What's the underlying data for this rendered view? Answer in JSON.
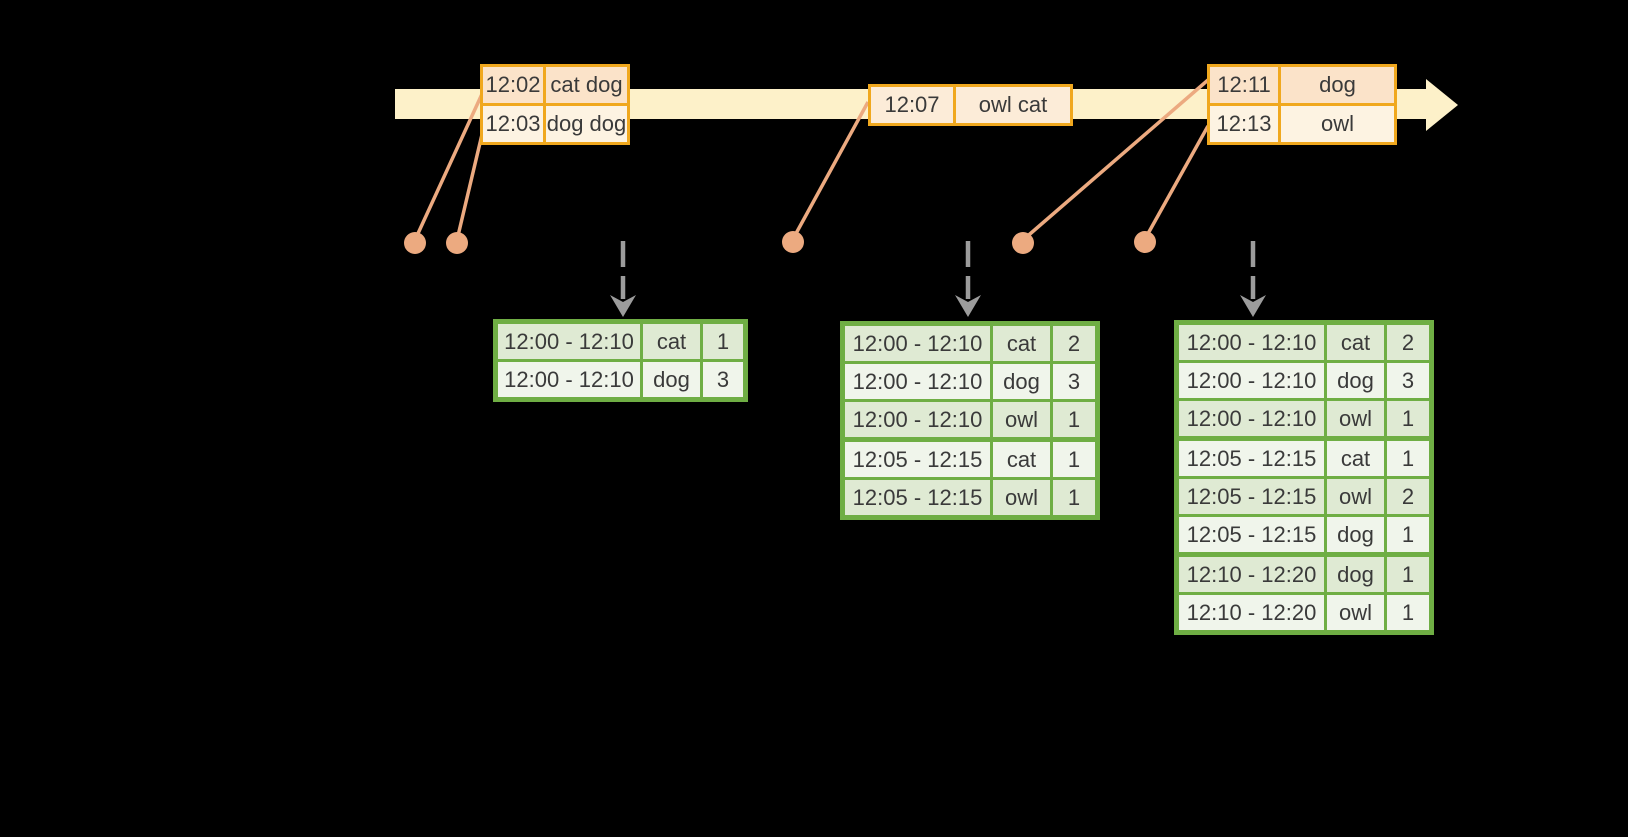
{
  "diagram_title": "windowed-event-stream-aggregation",
  "colors": {
    "background": "#000000",
    "timeline_band": "#fdf1c9",
    "event_border": "#f0a81e",
    "event_fill_dark": "#fbe3c9",
    "event_fill_light": "#fdf3e2",
    "event_fill_single": "#fcecd8",
    "event_marker": "#ecaa80",
    "trigger_arrow": "#9c9c9c",
    "result_border": "#6fae44",
    "result_fill_dark": "#dfead3",
    "result_fill_light": "#f0f5eb",
    "text": "#3a3a3a"
  },
  "events": [
    {
      "rows": [
        {
          "time": "12:02",
          "words": "cat dog"
        },
        {
          "time": "12:03",
          "words": "dog dog"
        }
      ]
    },
    {
      "rows": [
        {
          "time": "12:07",
          "words": "owl cat"
        }
      ]
    },
    {
      "rows": [
        {
          "time": "12:11",
          "words": "dog"
        },
        {
          "time": "12:13",
          "words": "owl"
        }
      ]
    }
  ],
  "results": [
    {
      "rows": [
        {
          "window": "12:00 - 12:10",
          "word": "cat",
          "count": 1
        },
        {
          "window": "12:00 - 12:10",
          "word": "dog",
          "count": 3
        }
      ]
    },
    {
      "rows": [
        {
          "window": "12:00 - 12:10",
          "word": "cat",
          "count": 2
        },
        {
          "window": "12:00 - 12:10",
          "word": "dog",
          "count": 3
        },
        {
          "window": "12:00 - 12:10",
          "word": "owl",
          "count": 1
        },
        {
          "window": "12:05 - 12:15",
          "word": "cat",
          "count": 1
        },
        {
          "window": "12:05 - 12:15",
          "word": "owl",
          "count": 1
        }
      ]
    },
    {
      "rows": [
        {
          "window": "12:00 - 12:10",
          "word": "cat",
          "count": 2
        },
        {
          "window": "12:00 - 12:10",
          "word": "dog",
          "count": 3
        },
        {
          "window": "12:00 - 12:10",
          "word": "owl",
          "count": 1
        },
        {
          "window": "12:05 - 12:15",
          "word": "cat",
          "count": 1
        },
        {
          "window": "12:05 - 12:15",
          "word": "owl",
          "count": 2
        },
        {
          "window": "12:05 - 12:15",
          "word": "dog",
          "count": 1
        },
        {
          "window": "12:10 - 12:20",
          "word": "dog",
          "count": 1
        },
        {
          "window": "12:10 - 12:20",
          "word": "owl",
          "count": 1
        }
      ]
    }
  ]
}
